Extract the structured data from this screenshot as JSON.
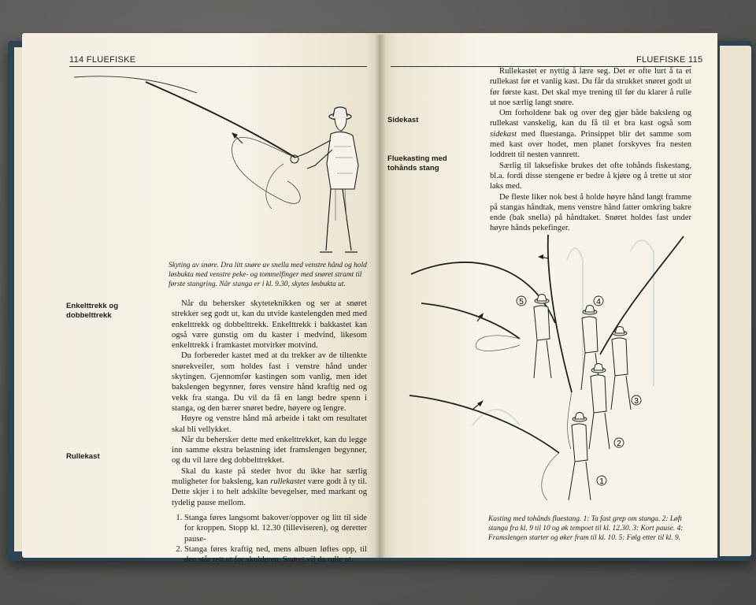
{
  "left_page": {
    "header": {
      "page_number": "114",
      "title": "FLUEFISKE"
    },
    "figure_caption": "Skyting av snøre. Dra litt snøre av snella med venstre hånd og hold løsbukta med venstre peke- og tommelfinger med snøret stramt til første stangring. Når stanga er i kl. 9.30, skytes løsbukta ut.",
    "sidehead_1": "Enkelttrekk og dobbelttrekk",
    "sidehead_2": "Rullekast",
    "paragraphs": [
      "Når du behersker skyteteknikken og ser at snøret strekker seg godt ut, kan du utvide kastelengden med med enkelttrekk og dobbelttrekk. Enkelttrekk i bakkastet kan også være gunstig om du kaster i medvind, likesom enkelttrekk i framkastet motvirker motvind.",
      "Du forbereder kastet med at du trekker av de tiltenkte snørekveiler, som holdes fast i venstre hånd under skytingen. Gjennomfør kastingen som vanlig, men idet bakslengen begynner, føres venstre hånd kraftig ned og vekk fra stanga. Du vil da få en langt bedre spenn i stanga, og den bærer snøret bedre, høyere og lengre.",
      "Høyre og venstre hånd må arbeide i takt om resultatet skal bli vellykket.",
      "Når du behersker dette med enkelttrekket, kan du legge inn samme ekstra belastning idet framslengen begynner, og du vil lære deg dobbelttrekket."
    ],
    "rullekast_intro_before": "Skal du kaste på steder hvor du ikke har særlig muligheter for baksleng, kan ",
    "rullekast_intro_em": "rullekastet",
    "rullekast_intro_after": " være godt å ty til. Dette skjer i to helt adskilte bevegelser, med markant og tydelig pause mellom.",
    "steps": [
      "Stanga føres langsomt bakover/oppover og litt til side for kroppen. Stopp kl. 12.30 (lilleviseren), og deretter pause-",
      "Stanga føres kraftig ned, mens albuen løftes opp, til den står rett ut for skulderen. Snøret vil da rulle ut."
    ]
  },
  "right_page": {
    "header": {
      "title": "FLUEFISKE",
      "page_number": "115"
    },
    "sidehead_1": "Sidekast",
    "sidehead_2": "Fluekasting med tohånds stang",
    "p1": "Rullekastet er nyttig å lære seg. Det er ofte lurt å ta et rullekast før et vanlig kast. Du får da strukket snøret godt ut før første kast. Det skal mye trening til før du klarer å rulle ut noe særlig langt snøre.",
    "p2_before": "Om forholdene bak og over deg gjør både baksleng og rullekast vanskelig, kan du få til et bra kast også som ",
    "p2_em": "sidekast",
    "p2_after": " med fluestanga. Prinsippet blir det samme som med kast over hodet, men planet forskyves fra nesten loddrett til nesten vannrett.",
    "p3": "Særlig til laksefiske brukes det ofte tohånds fiskestang, bl.a. fordi disse stengene er bedre å kjøre og å trette ut stor laks med.",
    "p4": "De fleste liker nok best å holde høyre hånd langt framme på stangas håndtak, mens venstre hånd fatter omkring bakre ende (bak snella) på håndtaket. Snøret holdes fast under høyre hånds pekefinger.",
    "figure_caption": "Kasting med tohånds fluestang. 1: Ta fast grep om stanga. 2: Løft stanga fra kl. 9 til 10 og øk tempoet til kl. 12.30. 3: Kort pause. 4: Framslengen starter og øker fram til kl. 10. 5: Følg etter til kl. 9.",
    "figure_labels": [
      "1",
      "2",
      "3",
      "4",
      "5"
    ]
  }
}
